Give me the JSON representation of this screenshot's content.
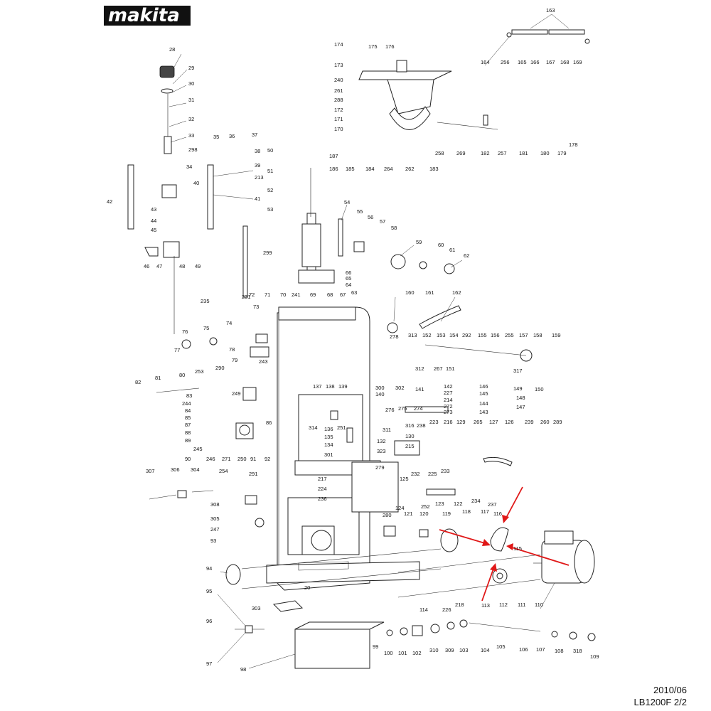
{
  "brand": {
    "logo_text": "makita"
  },
  "footer": {
    "date": "2010/06",
    "model": "LB1200F 2/2"
  },
  "highlight": {
    "color": "#e01818"
  },
  "part_numbers": {
    "n28": "28",
    "n29": "29",
    "n30": "30",
    "n31": "31",
    "n32": "32",
    "n33": "33",
    "n298": "298",
    "n34": "34",
    "n35": "35",
    "n36": "36",
    "n37": "37",
    "n38": "38",
    "n39": "39",
    "n213": "213",
    "n40": "40",
    "n41": "41",
    "n42": "42",
    "n43": "43",
    "n44": "44",
    "n45": "45",
    "n46": "46",
    "n47": "47",
    "n48": "48",
    "n49": "49",
    "n50": "50",
    "n51": "51",
    "n52": "52",
    "n53": "53",
    "n54": "54",
    "n55": "55",
    "n56": "56",
    "n57": "57",
    "n58": "58",
    "n59": "59",
    "n60": "60",
    "n61": "61",
    "n62": "62",
    "n299": "299",
    "n66": "66",
    "n65": "65",
    "n64": "64",
    "n63": "63",
    "n72": "72",
    "n71": "71",
    "n70": "70",
    "n241": "241",
    "n69": "69",
    "n68": "68",
    "n67": "67",
    "n231": "231",
    "n235": "235",
    "n73": "73",
    "n74": "74",
    "n75": "75",
    "n76": "76",
    "n77": "77",
    "n78": "78",
    "n79": "79",
    "n243": "243",
    "n290": "290",
    "n253": "253",
    "n80": "80",
    "n81": "81",
    "n82": "82",
    "n83": "83",
    "n244": "244",
    "n84": "84",
    "n85": "85",
    "n86": "86",
    "n87": "87",
    "n88": "88",
    "n89": "89",
    "n245": "245",
    "n246": "246",
    "n90": "90",
    "n271": "271",
    "n250": "250",
    "n91": "91",
    "n92": "92",
    "n249": "249",
    "n137": "137",
    "n138": "138",
    "n139": "139",
    "n314": "314",
    "n136": "136",
    "n135": "135",
    "n134": "134",
    "n251": "251",
    "n301": "301",
    "n291": "291",
    "n307": "307",
    "n306": "306",
    "n304": "304",
    "n254": "254",
    "n308": "308",
    "n305": "305",
    "n247": "247",
    "n93": "93",
    "n217": "217",
    "n224": "224",
    "n236": "236",
    "n94": "94",
    "n20": "20",
    "n303": "303",
    "n95": "95",
    "n96": "96",
    "n97": "97",
    "n98": "98",
    "n99": "99",
    "n100": "100",
    "n101": "101",
    "n102": "102",
    "n310": "310",
    "n309": "309",
    "n103": "103",
    "n104": "104",
    "n105": "105",
    "n106": "106",
    "n107": "107",
    "n108": "108",
    "n318": "318",
    "n109": "109",
    "n114": "114",
    "n226": "226",
    "n218": "218",
    "n113": "113",
    "n112": "112",
    "n111": "111",
    "n110": "110",
    "n115": "115",
    "n116": "116",
    "n117": "117",
    "n118": "118",
    "n119": "119",
    "n120": "120",
    "n121": "121",
    "n280": "280",
    "n124": "124",
    "n252": "252",
    "n123": "123",
    "n122": "122",
    "n234": "234",
    "n237": "237",
    "n125": "125",
    "n279": "279",
    "n232": "232",
    "n225": "225",
    "n233": "233",
    "n323": "323",
    "n132": "132",
    "n311": "311",
    "n130": "130",
    "n215": "215",
    "n316": "316",
    "n238": "238",
    "n223": "223",
    "n216": "216",
    "n129": "129",
    "n265": "265",
    "n127": "127",
    "n126": "126",
    "n239": "239",
    "n260": "260",
    "n289": "289",
    "n276": "276",
    "n275": "275",
    "n274": "274",
    "n273": "273",
    "n272": "272",
    "n214": "214",
    "n227": "227",
    "n142": "142",
    "n146": "146",
    "n145": "145",
    "n144": "144",
    "n143": "143",
    "n147": "147",
    "n148": "148",
    "n149": "149",
    "n150": "150",
    "n300": "300",
    "n140": "140",
    "n302": "302",
    "n141": "141",
    "n312": "312",
    "n267": "267",
    "n151": "151",
    "n317": "317",
    "n278": "278",
    "n313": "313",
    "n152": "152",
    "n153": "153",
    "n154": "154",
    "n292": "292",
    "n155": "155",
    "n156": "156",
    "n255": "255",
    "n157": "157",
    "n158": "158",
    "n159": "159",
    "n160": "160",
    "n161": "161",
    "n162": "162",
    "n163": "163",
    "n164": "164",
    "n256": "256",
    "n165": "165",
    "n166": "166",
    "n167": "167",
    "n168": "168",
    "n169": "169",
    "n174": "174",
    "n175": "175",
    "n176": "176",
    "n173": "173",
    "n240": "240",
    "n261": "261",
    "n288": "288",
    "n172": "172",
    "n171": "171",
    "n170": "170",
    "n187": "187",
    "n186": "186",
    "n185": "185",
    "n184": "184",
    "n264": "264",
    "n262": "262",
    "n183": "183",
    "n258": "258",
    "n269": "269",
    "n182": "182",
    "n257": "257",
    "n181": "181",
    "n180": "180",
    "n179": "179",
    "n178": "178"
  }
}
